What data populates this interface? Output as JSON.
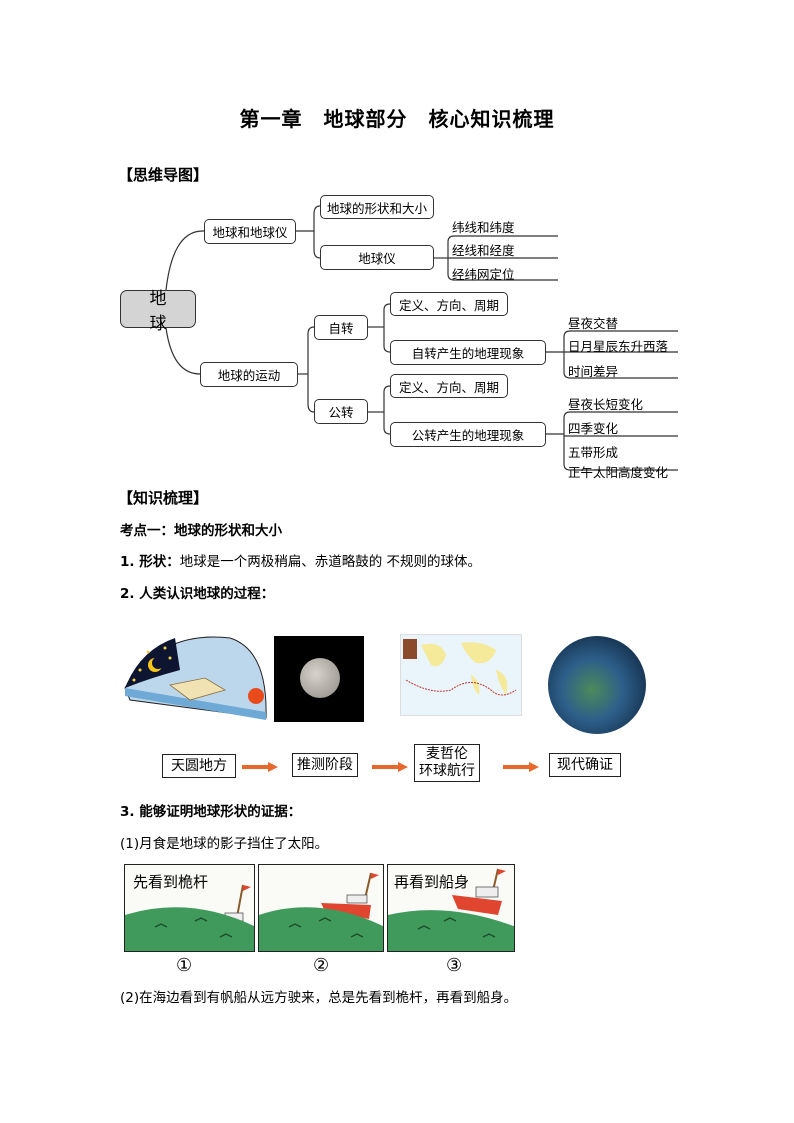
{
  "title": "第一章　地球部分　核心知识梳理",
  "mindmap_heading": "【思维导图】",
  "mindmap": {
    "root": "地 球",
    "branches": [
      {
        "label": "地球和地球仪",
        "children": [
          {
            "label": "地球的形状和大小",
            "leaves": []
          },
          {
            "label": "地球仪",
            "leaves": [
              "纬线和纬度",
              "经线和经度",
              "经纬网定位"
            ]
          }
        ]
      },
      {
        "label": "地球的运动",
        "children": [
          {
            "label": "自转",
            "children": [
              {
                "label": "定义、方向、周期",
                "leaves": []
              },
              {
                "label": "自转产生的地理现象",
                "leaves": [
                  "昼夜交替",
                  "日月星辰东升西落",
                  "时间差异"
                ]
              }
            ]
          },
          {
            "label": "公转",
            "children": [
              {
                "label": "定义、方向、周期",
                "leaves": []
              },
              {
                "label": "公转产生的地理现象",
                "leaves": [
                  "昼夜长短变化",
                  "四季变化",
                  "五带形成",
                  "正午太阳高度变化"
                ]
              }
            ]
          }
        ]
      }
    ]
  },
  "knowledge_heading": "【知识梳理】",
  "kaodian1": "考点一：地球的形状和大小",
  "item1": {
    "label": "1. 形状：",
    "text": "地球是一个两极稍扁、赤道略鼓的 不规则的球体。"
  },
  "item2": {
    "label": "2. 人类认识地球的过程："
  },
  "stages": [
    "天圆地方",
    "推测阶段",
    "麦哲伦\n环球航行",
    "现代确证"
  ],
  "stage3_line1": "麦哲伦",
  "stage3_line2": "环球航行",
  "item3": {
    "label": "3. 能够证明地球形状的证据："
  },
  "evidence1": "(1)月食是地球的影子挡住了太阳。",
  "ship_panels": [
    {
      "caption": "先看到桅杆",
      "number": "①"
    },
    {
      "caption": "",
      "number": "②"
    },
    {
      "caption": "再看到船身",
      "number": "③"
    }
  ],
  "evidence2": "(2)在海边看到有帆船从远方驶来，总是先看到桅杆，再看到船身。",
  "colors": {
    "arrow": "#e8672a",
    "sea": "#3f9a5c",
    "ship": "#e0452f",
    "root_fill": "#d4d4d4"
  }
}
